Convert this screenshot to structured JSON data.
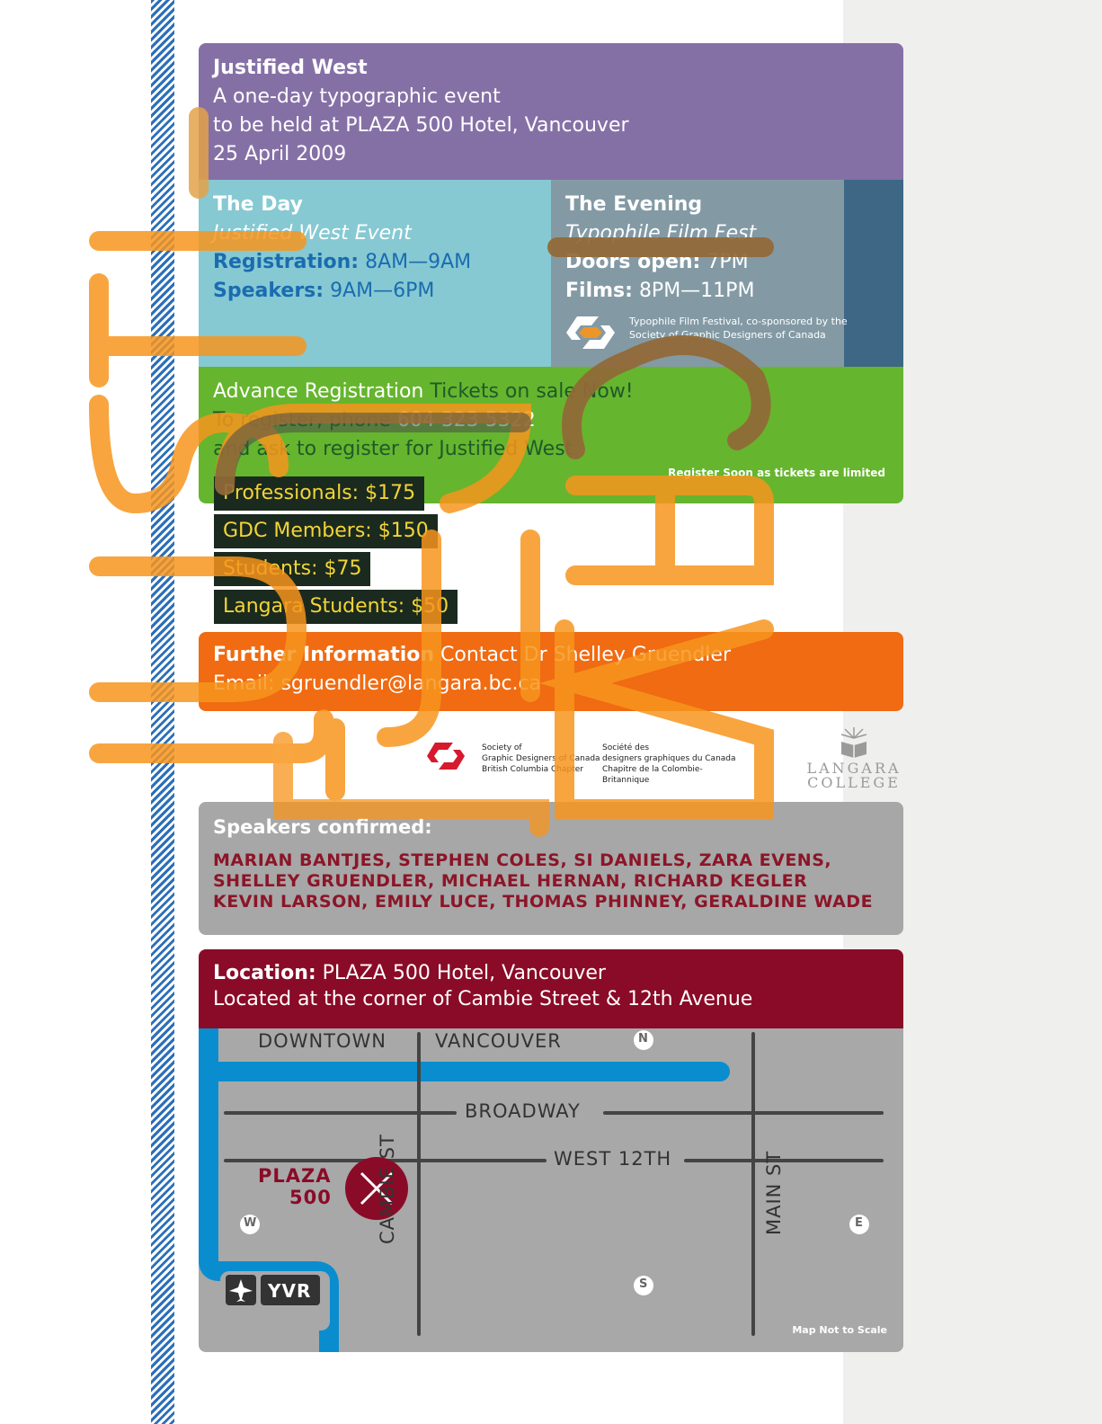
{
  "header": {
    "title": "Justified West",
    "subtitle": "A one-day typographic event",
    "venue": "to be held at PLAZA 500 Hotel, Vancouver",
    "date": "25 April 2009"
  },
  "day": {
    "heading": "The Day",
    "event": "Justified West Event",
    "reg_label": "Registration:",
    "reg_time": "8AM—9AM",
    "spk_label": "Speakers:",
    "spk_time": "9AM—6PM"
  },
  "evening": {
    "heading": "The Evening",
    "event": "Typophile Film Fest",
    "doors_label": "Doors open:",
    "doors_time": "7PM",
    "films_label": "Films:",
    "films_time": "8PM—11PM",
    "sponsor_line1": "Typophile Film Festival, co-sponsored by the",
    "sponsor_line2": "Society of Graphic Designers of Canada"
  },
  "registration": {
    "label": "Advance Registration",
    "tickets": "Tickets on sale Now!",
    "phone_text": "To register, phone",
    "phone": "604 323 5322",
    "ask": "and ask to register for Justified West",
    "note": "Register Soon as tickets are limited",
    "prices": [
      "Professionals: $175",
      "GDC Members: $150",
      "Students: $75",
      "Langara Students: $50"
    ]
  },
  "info": {
    "label": "Further Information",
    "contact": "Contact Dr Shelley Gruendler",
    "email": "Email: sgruendler@langara.bc.ca"
  },
  "sponsors": {
    "sgdc_en": [
      "Society of",
      "Graphic Designers of Canada",
      "British Columbia Chapter"
    ],
    "sgdc_fr": [
      "Société des",
      "designers graphiques du Canada",
      "Chapitre de la Colombie-Britannique"
    ],
    "langara_1": "LANGARA",
    "langara_2": "COLLEGE"
  },
  "speakers": {
    "heading": "Speakers confirmed:",
    "line1": "MARIAN BANTJES, STEPHEN COLES, SI DANIELS, ZARA EVENS,",
    "line2": "SHELLEY GRUENDLER, MICHAEL HERNAN, RICHARD KEGLER",
    "line3": "KEVIN LARSON, EMILY LUCE, THOMAS PHINNEY, GERALDINE WADE"
  },
  "location": {
    "label": "Location:",
    "venue": "PLAZA 500 Hotel, Vancouver",
    "corner": "Located at the corner of Cambie Street & 12th Avenue"
  },
  "map": {
    "downtown": "DOWNTOWN",
    "vancouver": "VANCOUVER",
    "broadway": "BROADWAY",
    "west12": "WEST 12TH",
    "cambie": "CAMBIE ST",
    "main": "MAIN ST",
    "plaza1": "PLAZA",
    "plaza2": "500",
    "yvr": "YVR",
    "n": "N",
    "s": "S",
    "e": "E",
    "w": "W",
    "note": "Map Not to Scale"
  },
  "colors": {
    "purple": "#8570a6",
    "teal": "#86c9d2",
    "slate": "#839aa5",
    "green": "#66b52e",
    "orange": "#f06b12",
    "burgundy": "#8a0b27",
    "letters": "#f7951e"
  }
}
